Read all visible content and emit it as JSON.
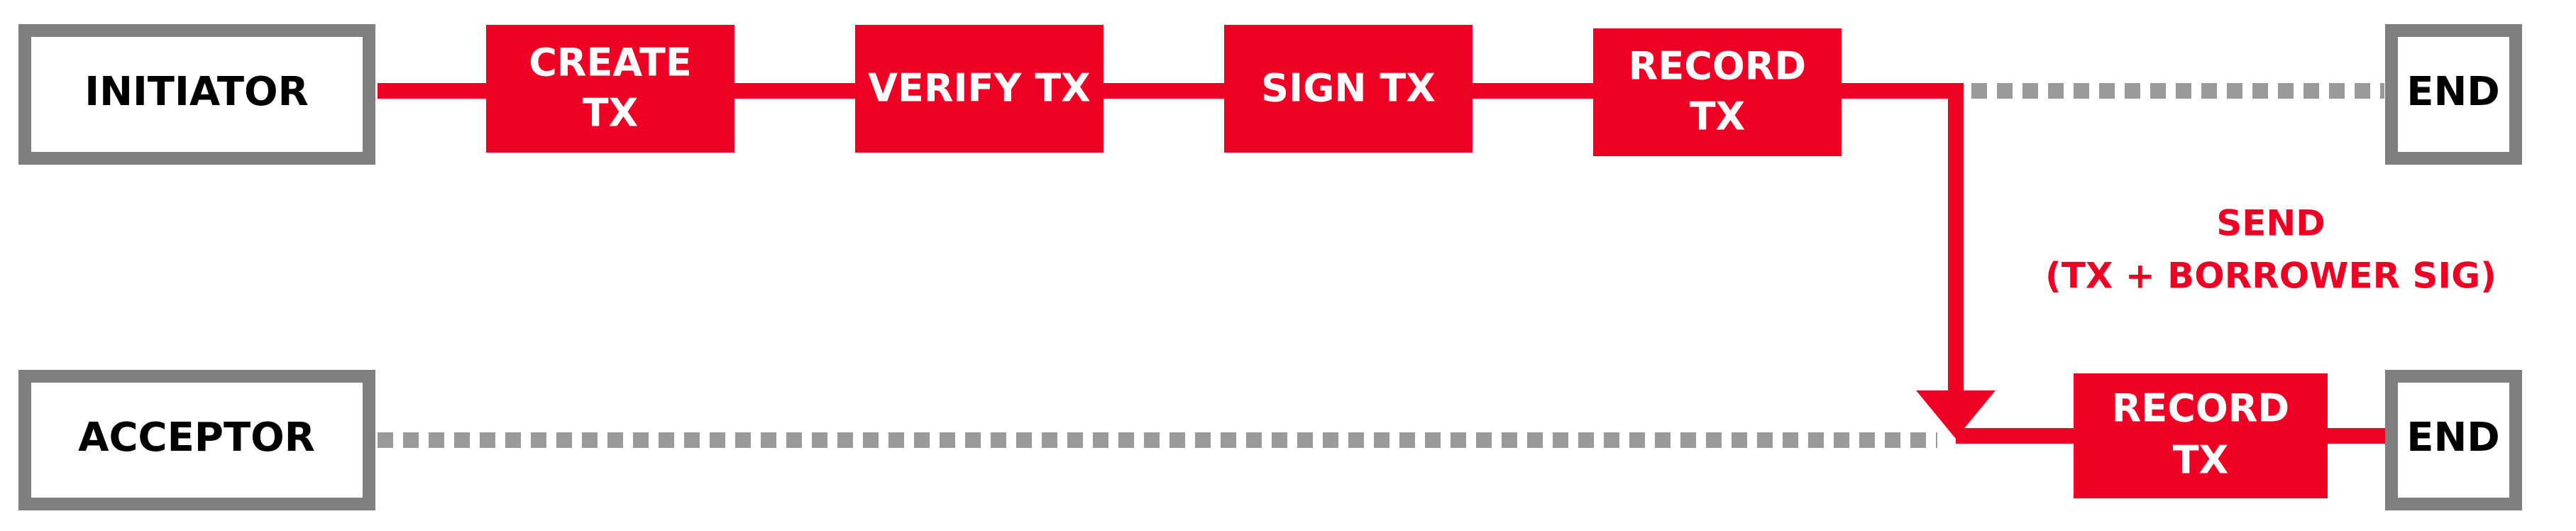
{
  "colors": {
    "accent": "#ee0024",
    "lane_border": "#7f7f7f",
    "dotted_line": "#9a9a9a",
    "text_dark": "#000000",
    "text_on_accent": "#ffffff",
    "background": "#ffffff"
  },
  "lanes": {
    "initiator": {
      "label": "INITIATOR",
      "end_label": "END"
    },
    "acceptor": {
      "label": "ACCEPTOR",
      "end_label": "END"
    }
  },
  "steps": [
    {
      "lines": [
        "CREATE",
        "TX"
      ]
    },
    {
      "lines": [
        "VERIFY TX"
      ]
    },
    {
      "lines": [
        "SIGN TX"
      ]
    },
    {
      "lines": [
        "RECORD",
        "TX"
      ]
    },
    {
      "lines": [
        "RECORD",
        "TX"
      ]
    }
  ],
  "message": {
    "lines": [
      "SEND",
      "(TX + BORROWER SIG)"
    ]
  }
}
